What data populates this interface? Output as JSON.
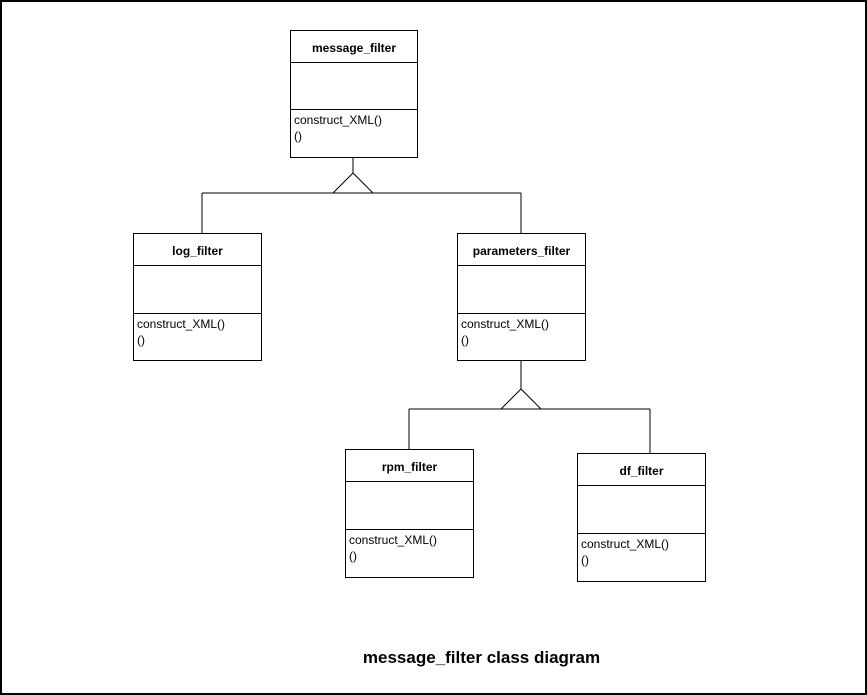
{
  "diagram": {
    "caption": "message_filter class diagram",
    "classes": [
      {
        "name": "message_filter",
        "operations": [
          "construct_XML()",
          "()"
        ]
      },
      {
        "name": "log_filter",
        "operations": [
          "construct_XML()",
          "()"
        ]
      },
      {
        "name": "parameters_filter",
        "operations": [
          "construct_XML()",
          "()"
        ]
      },
      {
        "name": "rpm_filter",
        "operations": [
          "construct_XML()",
          "()"
        ]
      },
      {
        "name": "df_filter",
        "operations": [
          "construct_XML()",
          "()"
        ]
      }
    ],
    "generalizations": [
      {
        "parent": "message_filter",
        "children": [
          "log_filter",
          "parameters_filter"
        ]
      },
      {
        "parent": "parameters_filter",
        "children": [
          "rpm_filter",
          "df_filter"
        ]
      }
    ]
  }
}
